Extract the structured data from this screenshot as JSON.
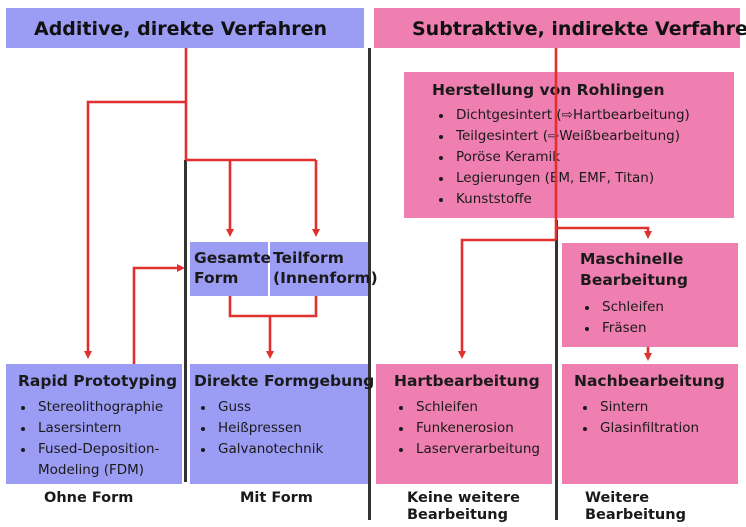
{
  "headers": {
    "additive": "Additive, direkte Verfahren",
    "subtractive": "Subtraktive, indirekte Verfahren"
  },
  "rohlinge": {
    "title": "Herstellung von Rohlingen",
    "items": [
      "Dichtgesintert (⇨Hartbearbeitung)",
      "Teilgesintert (⇨Weißbearbeitung)",
      "Poröse Keramik",
      "Legierungen (EM, EMF, Titan)",
      "Kunststoffe"
    ]
  },
  "gesamte_form": {
    "line1": "Gesamte",
    "line2": "Form"
  },
  "teilform": {
    "line1": "Teilform",
    "line2": "(Innenform)"
  },
  "rapid": {
    "title": "Rapid Prototyping",
    "items": [
      "Stereolithographie",
      "Lasersintern",
      "Fused-Deposition-",
      "Modeling (FDM)"
    ]
  },
  "direkte": {
    "title": "Direkte Formgebung",
    "items": [
      "Guss",
      "Heißpressen",
      "Galvanotechnik"
    ]
  },
  "maschinelle": {
    "title_line1": "Maschinelle",
    "title_line2": "Bearbeitung",
    "items": [
      "Schleifen",
      "Fräsen"
    ]
  },
  "hartbearbeitung": {
    "title": "Hartbearbeitung",
    "items": [
      "Schleifen",
      "Funkenerosion",
      "Laserverarbeitung"
    ]
  },
  "nachbearbeitung": {
    "title": "Nachbearbeitung",
    "items": [
      "Sintern",
      "Glasinfiltration"
    ]
  },
  "footers": {
    "ohne_form": "Ohne Form",
    "mit_form": "Mit Form",
    "keine_line1": "Keine weitere",
    "keine_line2": "Bearbeitung",
    "weitere_line1": "Weitere",
    "weitere_line2": "Bearbeitung"
  },
  "colors": {
    "blue": "#9b9cf4",
    "pink": "#f07fb1",
    "arrow": "#e03030",
    "divider": "#333333"
  }
}
